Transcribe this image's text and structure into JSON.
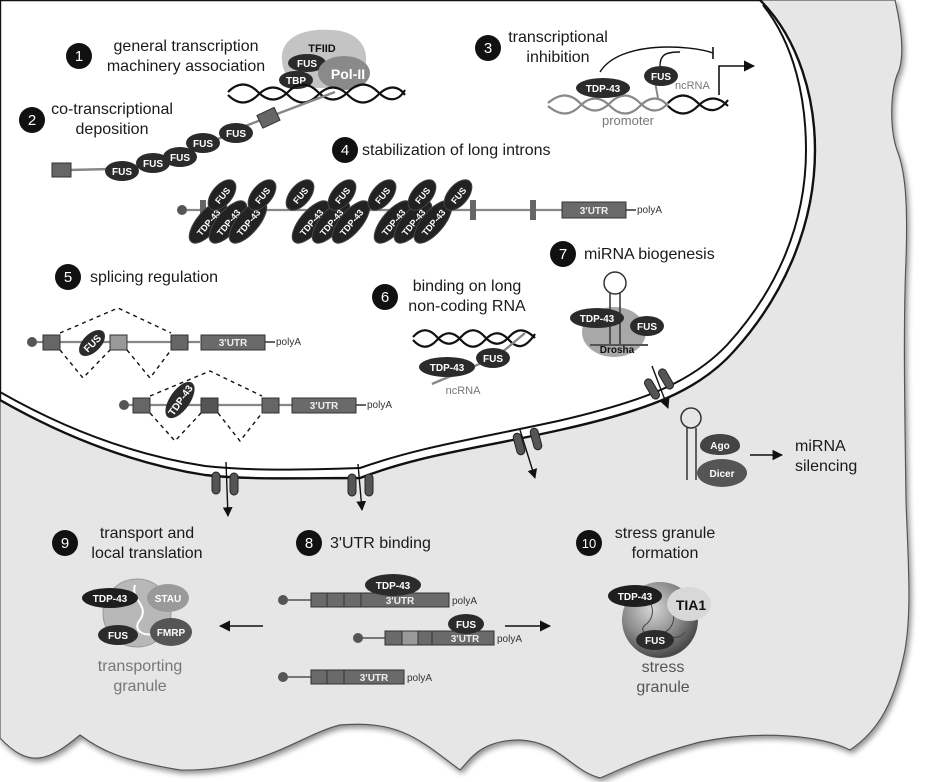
{
  "figure": {
    "title": "TDP-43 and FUS functions in RNA metabolism",
    "colors": {
      "cytoplasm": "#e6e6e6",
      "nucleus": "#ffffff",
      "protein_dark": "#2b2b2b",
      "exon": "#6a6a6a",
      "badge": "#111111"
    }
  },
  "steps": [
    {
      "num": "1",
      "line1": "general transcription",
      "line2": "machinery association"
    },
    {
      "num": "2",
      "line1": "co-transcriptional",
      "line2": "deposition"
    },
    {
      "num": "3",
      "line1": "transcriptional",
      "line2": "inhibition"
    },
    {
      "num": "4",
      "line1": "stabilization of long introns",
      "line2": ""
    },
    {
      "num": "5",
      "line1": "splicing regulation",
      "line2": ""
    },
    {
      "num": "6",
      "line1": "binding on long",
      "line2": "non-coding RNA"
    },
    {
      "num": "7",
      "line1": "miRNA biogenesis",
      "line2": ""
    },
    {
      "num": "8",
      "line1": "3'UTR binding",
      "line2": ""
    },
    {
      "num": "9",
      "line1": "transport and",
      "line2": "local translation"
    },
    {
      "num": "10",
      "line1": "stress granule",
      "line2": "formation"
    }
  ],
  "proteins": {
    "tfiid": "TFIID",
    "fus": "FUS",
    "tbp": "TBP",
    "polii": "Pol-II",
    "tdp43": "TDP-43",
    "drosha": "Drosha",
    "ago": "Ago",
    "dicer": "Dicer",
    "stau": "STAU",
    "fmrp": "FMRP",
    "tia1": "TIA1"
  },
  "labels": {
    "ncrna": "ncRNA",
    "promoter": "promoter",
    "utr": "3'UTR",
    "polya": "polyA",
    "mirna_silencing_1": "miRNA",
    "mirna_silencing_2": "silencing",
    "transporting_1": "transporting",
    "transporting_2": "granule",
    "stress_1": "stress",
    "stress_2": "granule"
  }
}
